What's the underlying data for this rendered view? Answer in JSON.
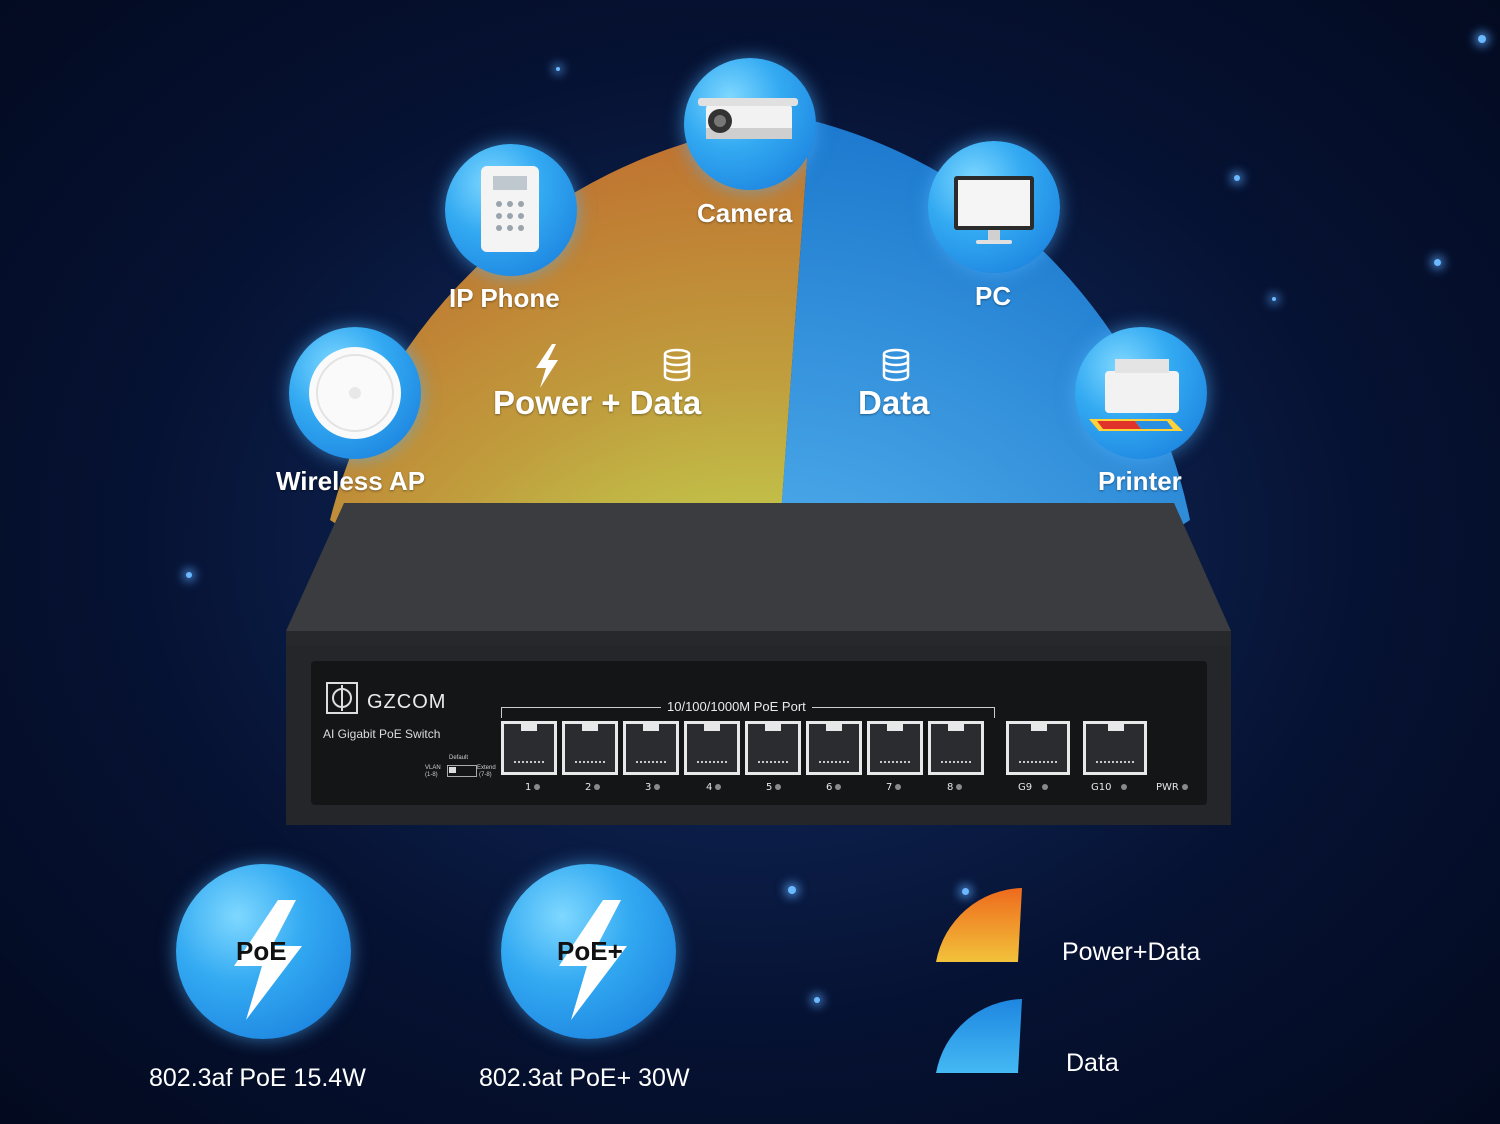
{
  "devices": {
    "camera": "Camera",
    "ip_phone": "IP Phone",
    "pc": "PC",
    "wireless_ap": "Wireless AP",
    "printer": "Printer"
  },
  "sectors": {
    "power_data": "Power + Data",
    "data": "Data"
  },
  "switch": {
    "brand": "GZCOM",
    "model": "AI Gigabit PoE Switch",
    "port_header": "10/100/1000M PoE Port",
    "vlan": "VLAN",
    "vlan_range": "(1-8)",
    "default": "Default",
    "extend": "Extend",
    "extend_range": "(7-8)",
    "ports": [
      "1",
      "2",
      "3",
      "4",
      "5",
      "6",
      "7",
      "8"
    ],
    "uplinks": [
      "G9",
      "G10"
    ],
    "pwr": "PWR"
  },
  "badges": [
    {
      "title": "PoE",
      "caption": "802.3af PoE 15.4W"
    },
    {
      "title": "PoE+",
      "caption": "802.3at PoE+ 30W"
    }
  ],
  "legend": {
    "power_data": "Power+Data",
    "data": "Data"
  },
  "colors": {
    "power_data_top": "#e8762a",
    "power_data_bottom": "#d9d044",
    "data": "#2a9de8",
    "circle": "#2f9fee",
    "switch_body": "#2b2d30"
  }
}
